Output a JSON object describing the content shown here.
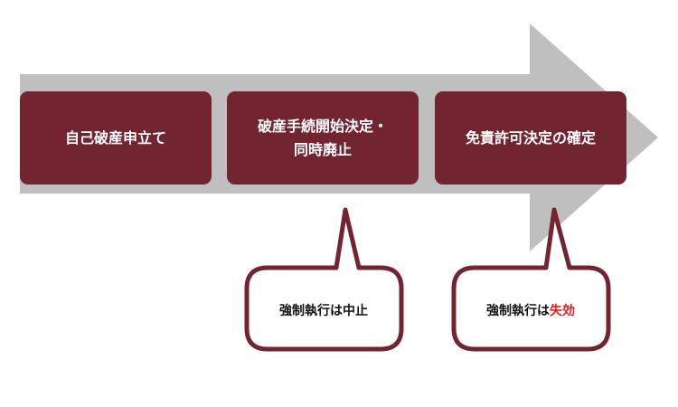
{
  "colors": {
    "arrow": "#bfbfbf",
    "box": "#722431",
    "box_text": "#ffffff",
    "callout_border": "#722431",
    "highlight": "#ee1c1c"
  },
  "steps": [
    {
      "label": "自己破産申立て"
    },
    {
      "label": "破産手続開始決定・\n同時廃止"
    },
    {
      "label": "免責許可決定の確定"
    }
  ],
  "callouts": [
    {
      "text": "強制執行は中止",
      "highlight": ""
    },
    {
      "text": "強制執行は",
      "highlight": "失効"
    }
  ]
}
